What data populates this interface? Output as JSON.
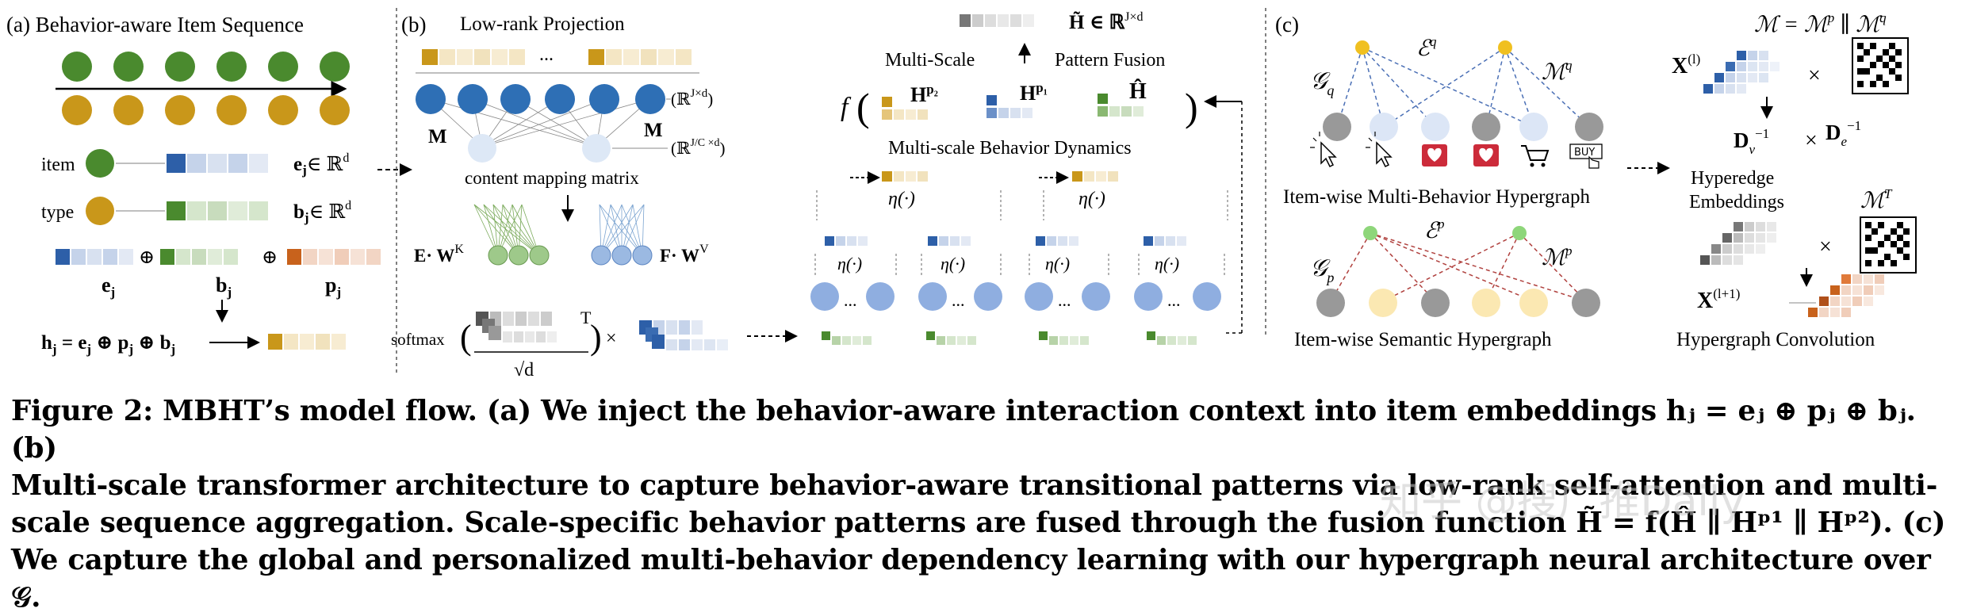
{
  "panel_a": {
    "label": "(a) Behavior-aware Item Sequence",
    "item_label": "item",
    "type_label": "type",
    "e_formula": "e",
    "e_sub": "j",
    "e_in": "∈ ℝ",
    "e_sup": "d",
    "b_formula": "b",
    "b_sub": "j",
    "b_in": "∈ ℝ",
    "b_sup": "d",
    "ej": "e",
    "bj": "b",
    "pj": "p",
    "sub_j": "j",
    "oplus": "⊕",
    "h_formula": "h",
    "h_rest": " = e",
    "h_rest2": " ⊕ p",
    "h_rest3": " ⊕ b",
    "colors": {
      "item": "#4a8a2e",
      "type": "#c9971a",
      "e_blue": "#2d5fa8",
      "b_green": "#4a8a2e",
      "p_orange": "#c8621c"
    }
  },
  "panel_b": {
    "label": "(b)",
    "lowrank_title": "Low-rank Projection",
    "ellipsis": "...",
    "space1": "(ℝ",
    "space1_sup": "J×d",
    "space1_close": ")",
    "space2": "(ℝ",
    "space2_sup": "J/C ×d",
    "space2_close": ")",
    "M_label": "M",
    "content_mapping": "content mapping matrix",
    "E_label": "E· W",
    "E_sup": "K",
    "F_label": "F· W",
    "F_sup": "V",
    "softmax": "softmax",
    "T_label": "T",
    "sqrt_d": "√d",
    "times": "×",
    "multiscale": "Multi-Scale",
    "pattern_fusion": "Pattern Fusion",
    "H_tilde": "H̃ ∈ ℝ",
    "H_tilde_sup": "J×d",
    "f_label": "f",
    "H_p2": "H",
    "p2": "p₂",
    "H_p1": "H",
    "p1": "p₁",
    "H_hat": "Ĥ",
    "ms_dynamics": "Multi-scale Behavior Dynamics",
    "eta": "η(·)"
  },
  "panel_c": {
    "label": "(c)",
    "Gq": "𝒢",
    "Gq_sub": "q",
    "Eq": "ℰ",
    "Eq_sup": "q",
    "Mq": "ℳ",
    "Mq_sup": "q",
    "item_mb": "Item-wise Multi-Behavior Hypergraph",
    "Gp": "𝒢",
    "Gp_sub": "p",
    "Ep": "ℰ",
    "Ep_sup": "p",
    "Mp": "ℳ",
    "Mp_sup": "p",
    "item_sem": "Item-wise Semantic Hypergraph",
    "M_eq": "ℳ = ℳ",
    "M_eq_p": "p",
    "M_eq_mid": " ∥ ℳ",
    "M_eq_q": "q",
    "Xl": "X",
    "Xl_sup": "(l)",
    "times": "×",
    "Dv": "D",
    "Dv_sub": "v",
    "De": "D",
    "De_sub": "e",
    "inv": "−1",
    "hyperedge": "Hyperedge",
    "embeddings": "Embeddings",
    "MT": "ℳ",
    "MT_sup": "T",
    "Xl1": "X",
    "Xl1_sup": "(l+1)",
    "hgconv": "Hypergraph Convolution",
    "buy": "BUY"
  },
  "caption": {
    "line1": "Figure 2: MBHT’s model flow. (a) We inject the behavior-aware interaction context into item embeddings hⱼ = eⱼ ⊕ pⱼ ⊕ bⱼ. (b)",
    "line2": "Multi-scale transformer architecture to capture behavior-aware transitional patterns via low-rank self-attention and multi-",
    "line3": "scale sequence aggregation. Scale-specific behavior patterns are fused through the fusion function H̃ = f(Ĥ ∥ Hᵖ¹ ∥ Hᵖ²). (c)",
    "line4": "We capture the global and personalized multi-behavior dependency learning with our hypergraph neural architecture over 𝒢."
  },
  "watermark": "知乎 @搜广推Daily"
}
